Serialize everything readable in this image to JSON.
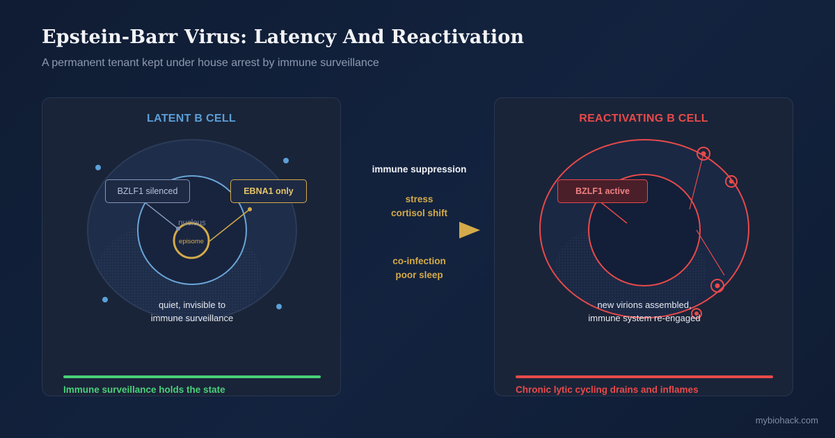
{
  "header": {
    "title": "Epstein-Barr Virus: Latency And Reactivation",
    "subtitle": "A permanent tenant kept under house arrest by immune surveillance"
  },
  "latent_panel": {
    "heading": "LATENT B CELL",
    "gene_silenced_label": "BZLF1 silenced",
    "gene_expressed_label": "EBNA1 only",
    "nucleus_label": "nucleus",
    "episome_label": "episome",
    "caption_line1": "quiet, invisible to",
    "caption_line2": "immune surveillance",
    "footer": "Immune surveillance holds the state",
    "footer_color": "#49d17a"
  },
  "transition": {
    "main_trigger": "immune suppression",
    "triggers_group1": [
      "stress",
      "cortisol shift"
    ],
    "triggers_group2": [
      "co-infection",
      "poor sleep"
    ]
  },
  "reactivating_panel": {
    "heading": "REACTIVATING B CELL",
    "gene_active_label": "BZLF1 active",
    "caption_line1": "new virions assembled,",
    "caption_line2": "immune system re-engaged",
    "footer": "Chronic lytic cycling drains and inflames",
    "footer_color": "#e84a4a"
  },
  "colors": {
    "latent_accent": "#5aa0d8",
    "reactivating_accent": "#e84a4a",
    "trigger_gold": "#d4aa4a"
  },
  "brand": "mybiohack.com"
}
